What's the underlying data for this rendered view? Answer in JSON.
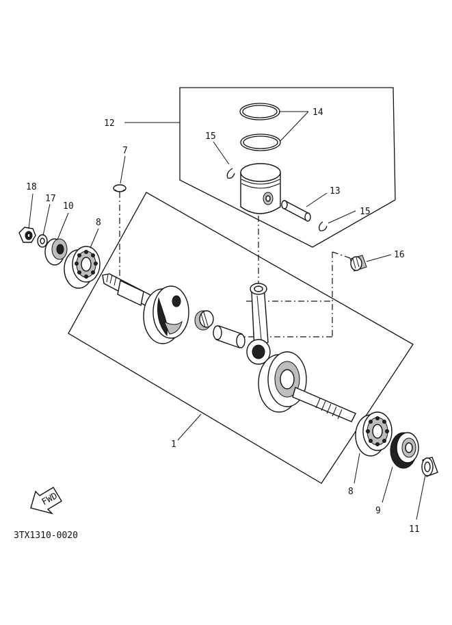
{
  "diagram": {
    "code": "3TX1310-0020",
    "fwd_label": "FWD",
    "callouts": {
      "c1": "1",
      "c7": "7",
      "c8a": "8",
      "c8b": "8",
      "c9": "9",
      "c10": "10",
      "c11": "11",
      "c12": "12",
      "c13": "13",
      "c14": "14",
      "c15a": "15",
      "c15b": "15",
      "c16": "16",
      "c17": "17",
      "c18": "18"
    }
  }
}
